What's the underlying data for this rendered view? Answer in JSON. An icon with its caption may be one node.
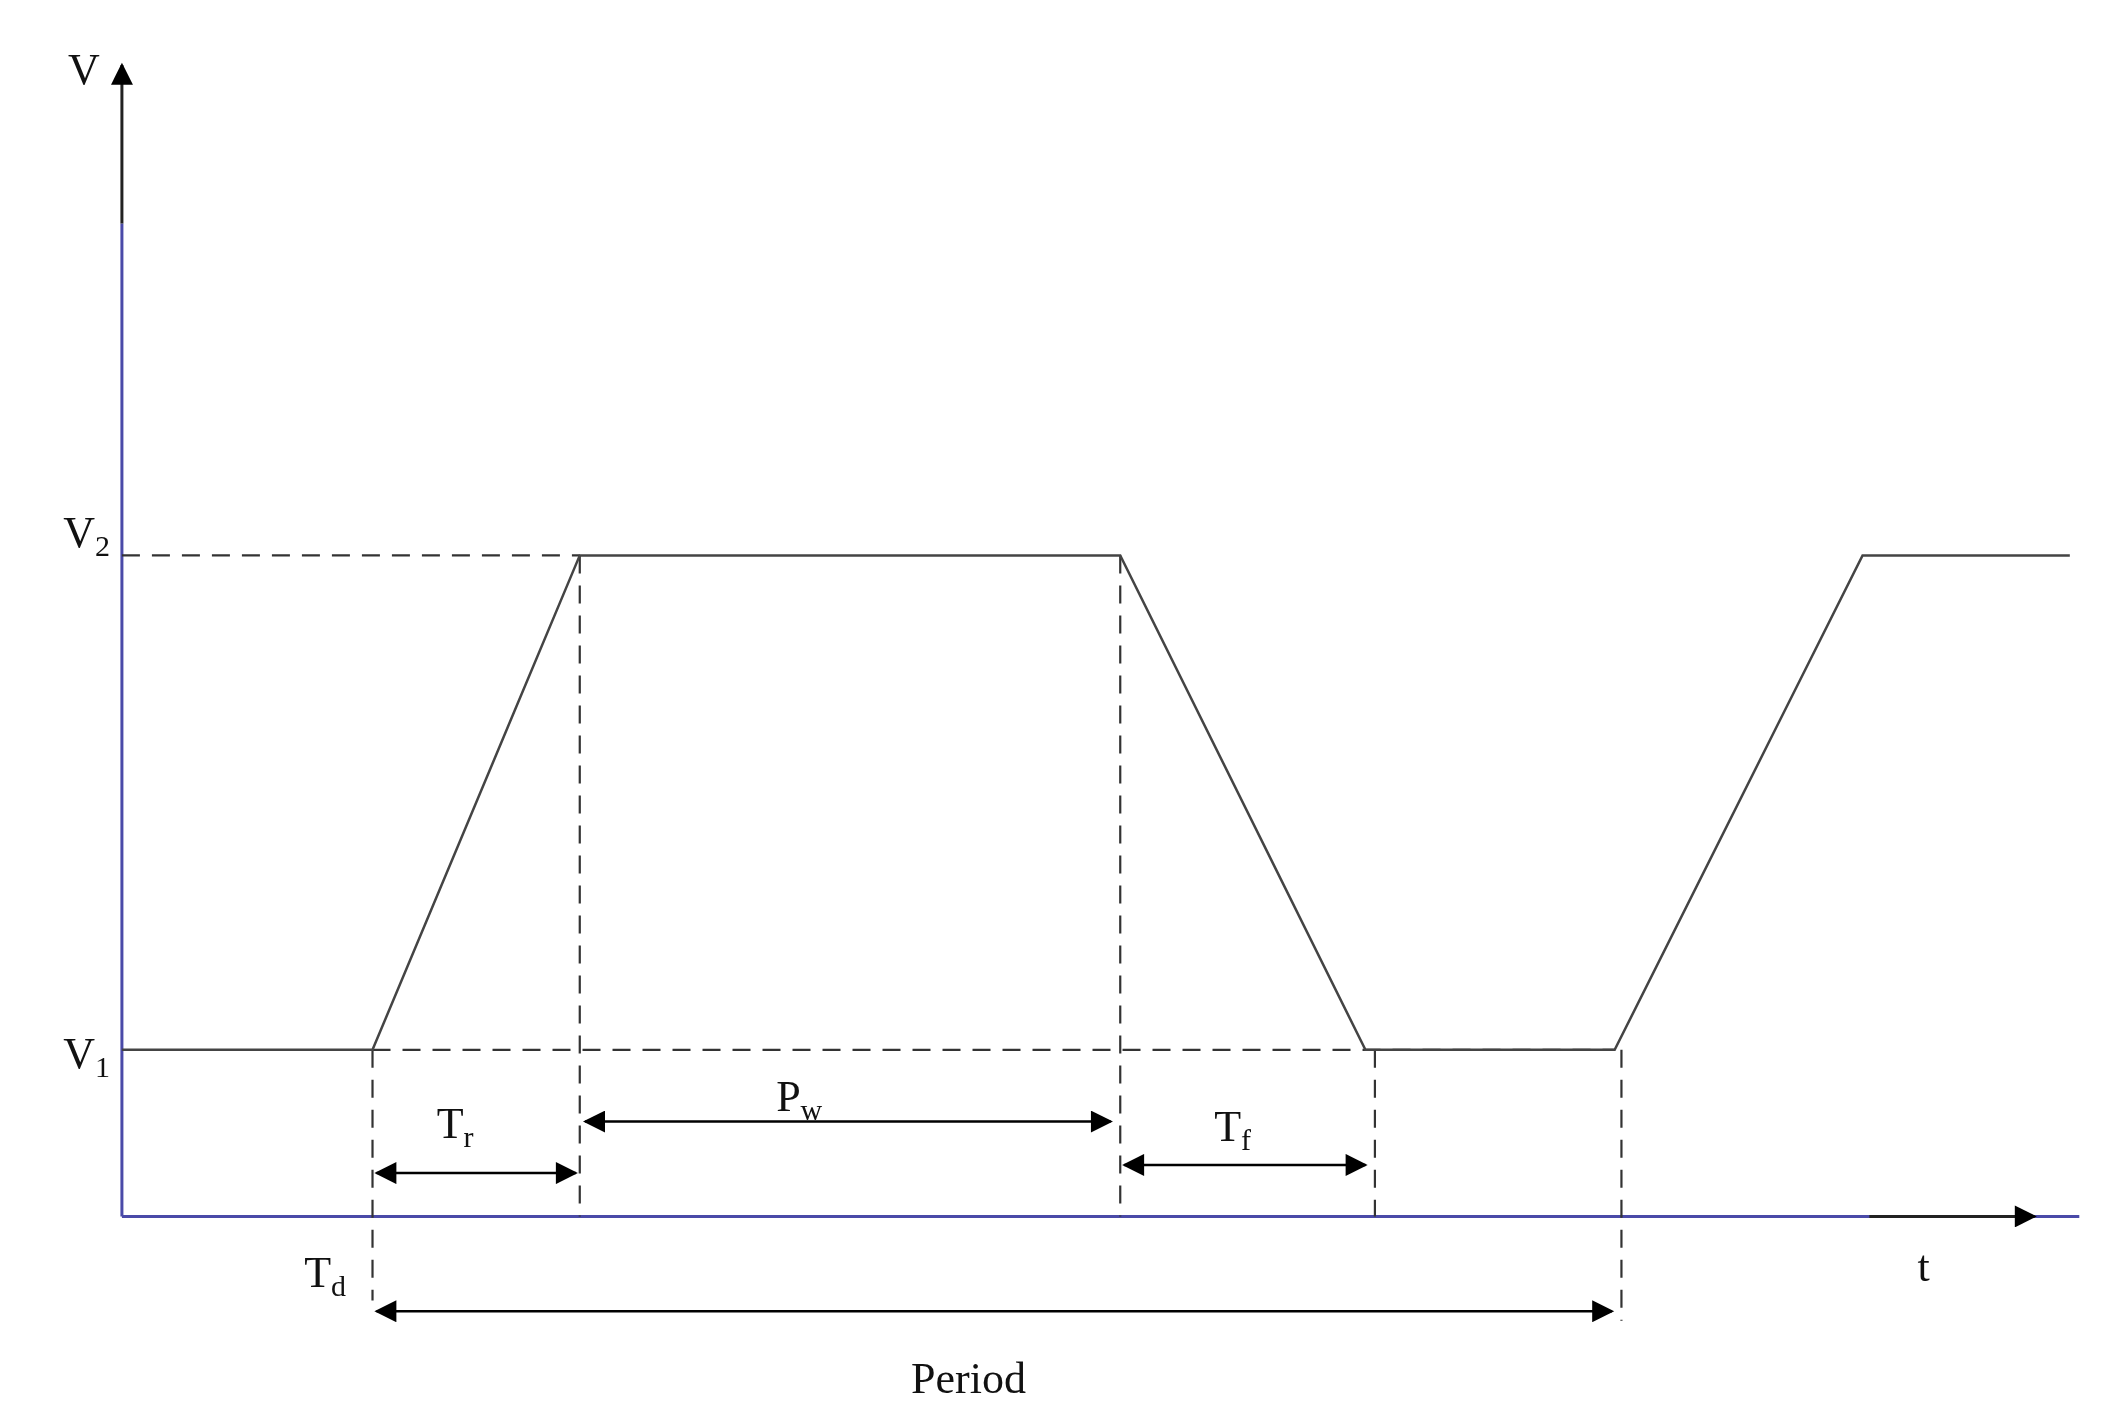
{
  "diagram": {
    "labels": [
      "V",
      "V$_{2}$",
      "V$_{1}$",
      "T$_{r}$",
      "P$_{w}$",
      "T$_{f}$",
      "T$_{d}$",
      "t",
      "Period"
    ]
  }
}
